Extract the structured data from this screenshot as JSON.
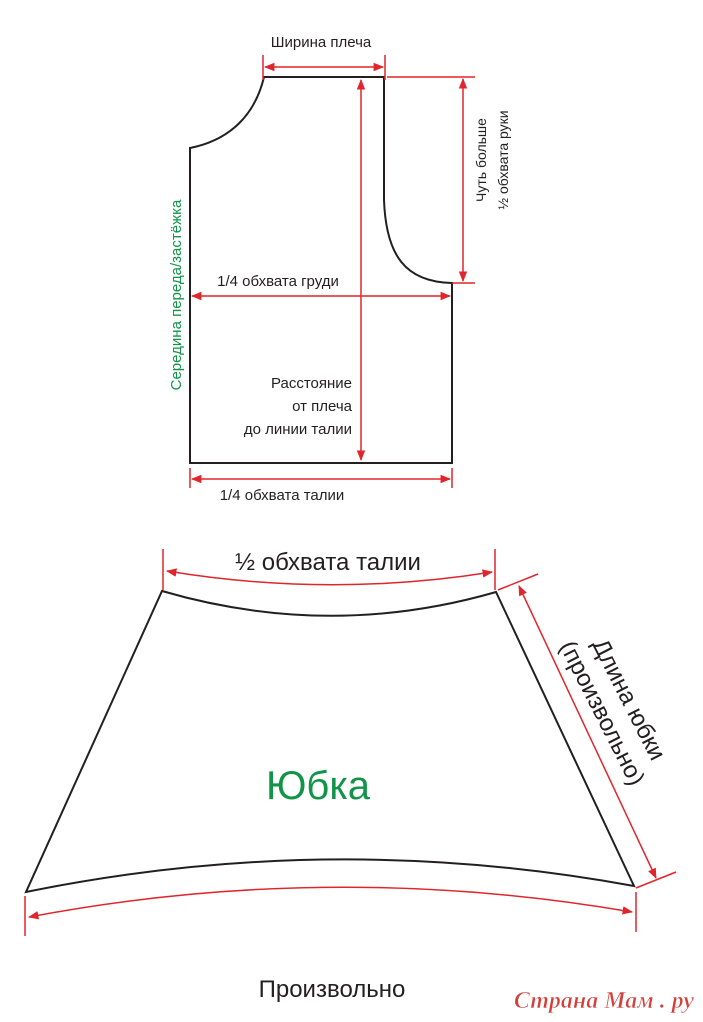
{
  "bodice": {
    "shoulder_width": "Ширина плеча",
    "armhole_line1": "Чуть больше",
    "armhole_line2": "½ обхвата руки",
    "center_front": "Середина переда/застёжка",
    "bust": "1/4 обхвата груди",
    "length_line1": "Расстояние",
    "length_line2": "от плеча",
    "length_line3": "до линии талии",
    "waist": "1/4 обхвата талии"
  },
  "skirt": {
    "top": "½ обхвата талии",
    "title": "Юбка",
    "length_line1": "Длина юбки",
    "length_line2": "(произвольно)",
    "bottom": "Произвольно"
  },
  "watermark": "Страна Мам . ру",
  "colors": {
    "outline": "#231f20",
    "measure": "#e0262c",
    "label_green": "#119447",
    "watermark": "#d2403c"
  }
}
